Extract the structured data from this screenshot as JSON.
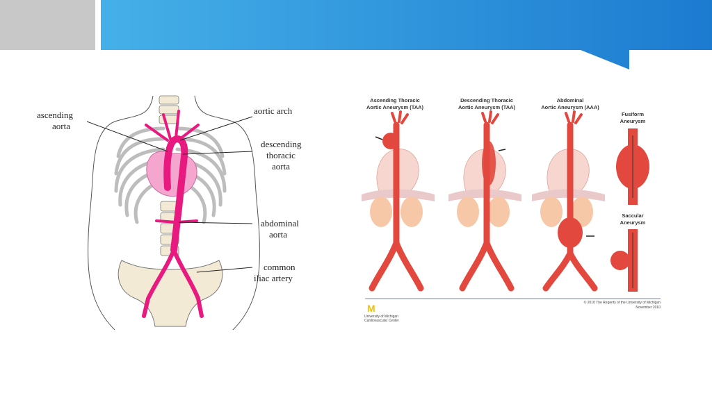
{
  "left_figure": {
    "labels": {
      "ascending_line1": "ascending",
      "ascending_line2": "aorta",
      "aortic_arch": "aortic arch",
      "descending_line1": "descending",
      "descending_line2": "thoracic",
      "descending_line3": "aorta",
      "abdominal_line1": "abdominal",
      "abdominal_line2": "aorta",
      "iliac_line1": "common",
      "iliac_line2": "iliac artery"
    },
    "colors": {
      "aorta": "#e8197f",
      "heart": "#f4a6cf",
      "bone": "#f3ead6",
      "outline": "#555555"
    }
  },
  "right_figure": {
    "panels": [
      {
        "line1": "Ascending Thoracic",
        "line2": "Aortic Aneurysm (TAA)"
      },
      {
        "line1": "Descending Thoracic",
        "line2": "Aortic Aneurysm (TAA)"
      },
      {
        "line1": "Abdominal",
        "line2": "Aortic Aneurysm (AAA)"
      }
    ],
    "types": [
      {
        "line1": "Fusiform",
        "line2": "Aneurysm"
      },
      {
        "line1": "Saccular",
        "line2": "Aneurysm"
      }
    ],
    "logo_text": "M",
    "logo_caption1": "University of Michigan",
    "logo_caption2": "Cardiovascular Center",
    "copyright1": "© 2010 The Regents of the University of Michigan",
    "copyright2": "November 2010",
    "colors": {
      "artery": "#e2483d",
      "kidney": "#f6c8a8",
      "diaphragm": "#e9c9c9",
      "heart": "#f6d6cf"
    }
  },
  "header": {
    "band_color_left": "#3fa9e6",
    "band_color_right": "#1e7fd1",
    "grey": "#c8c8c8"
  }
}
